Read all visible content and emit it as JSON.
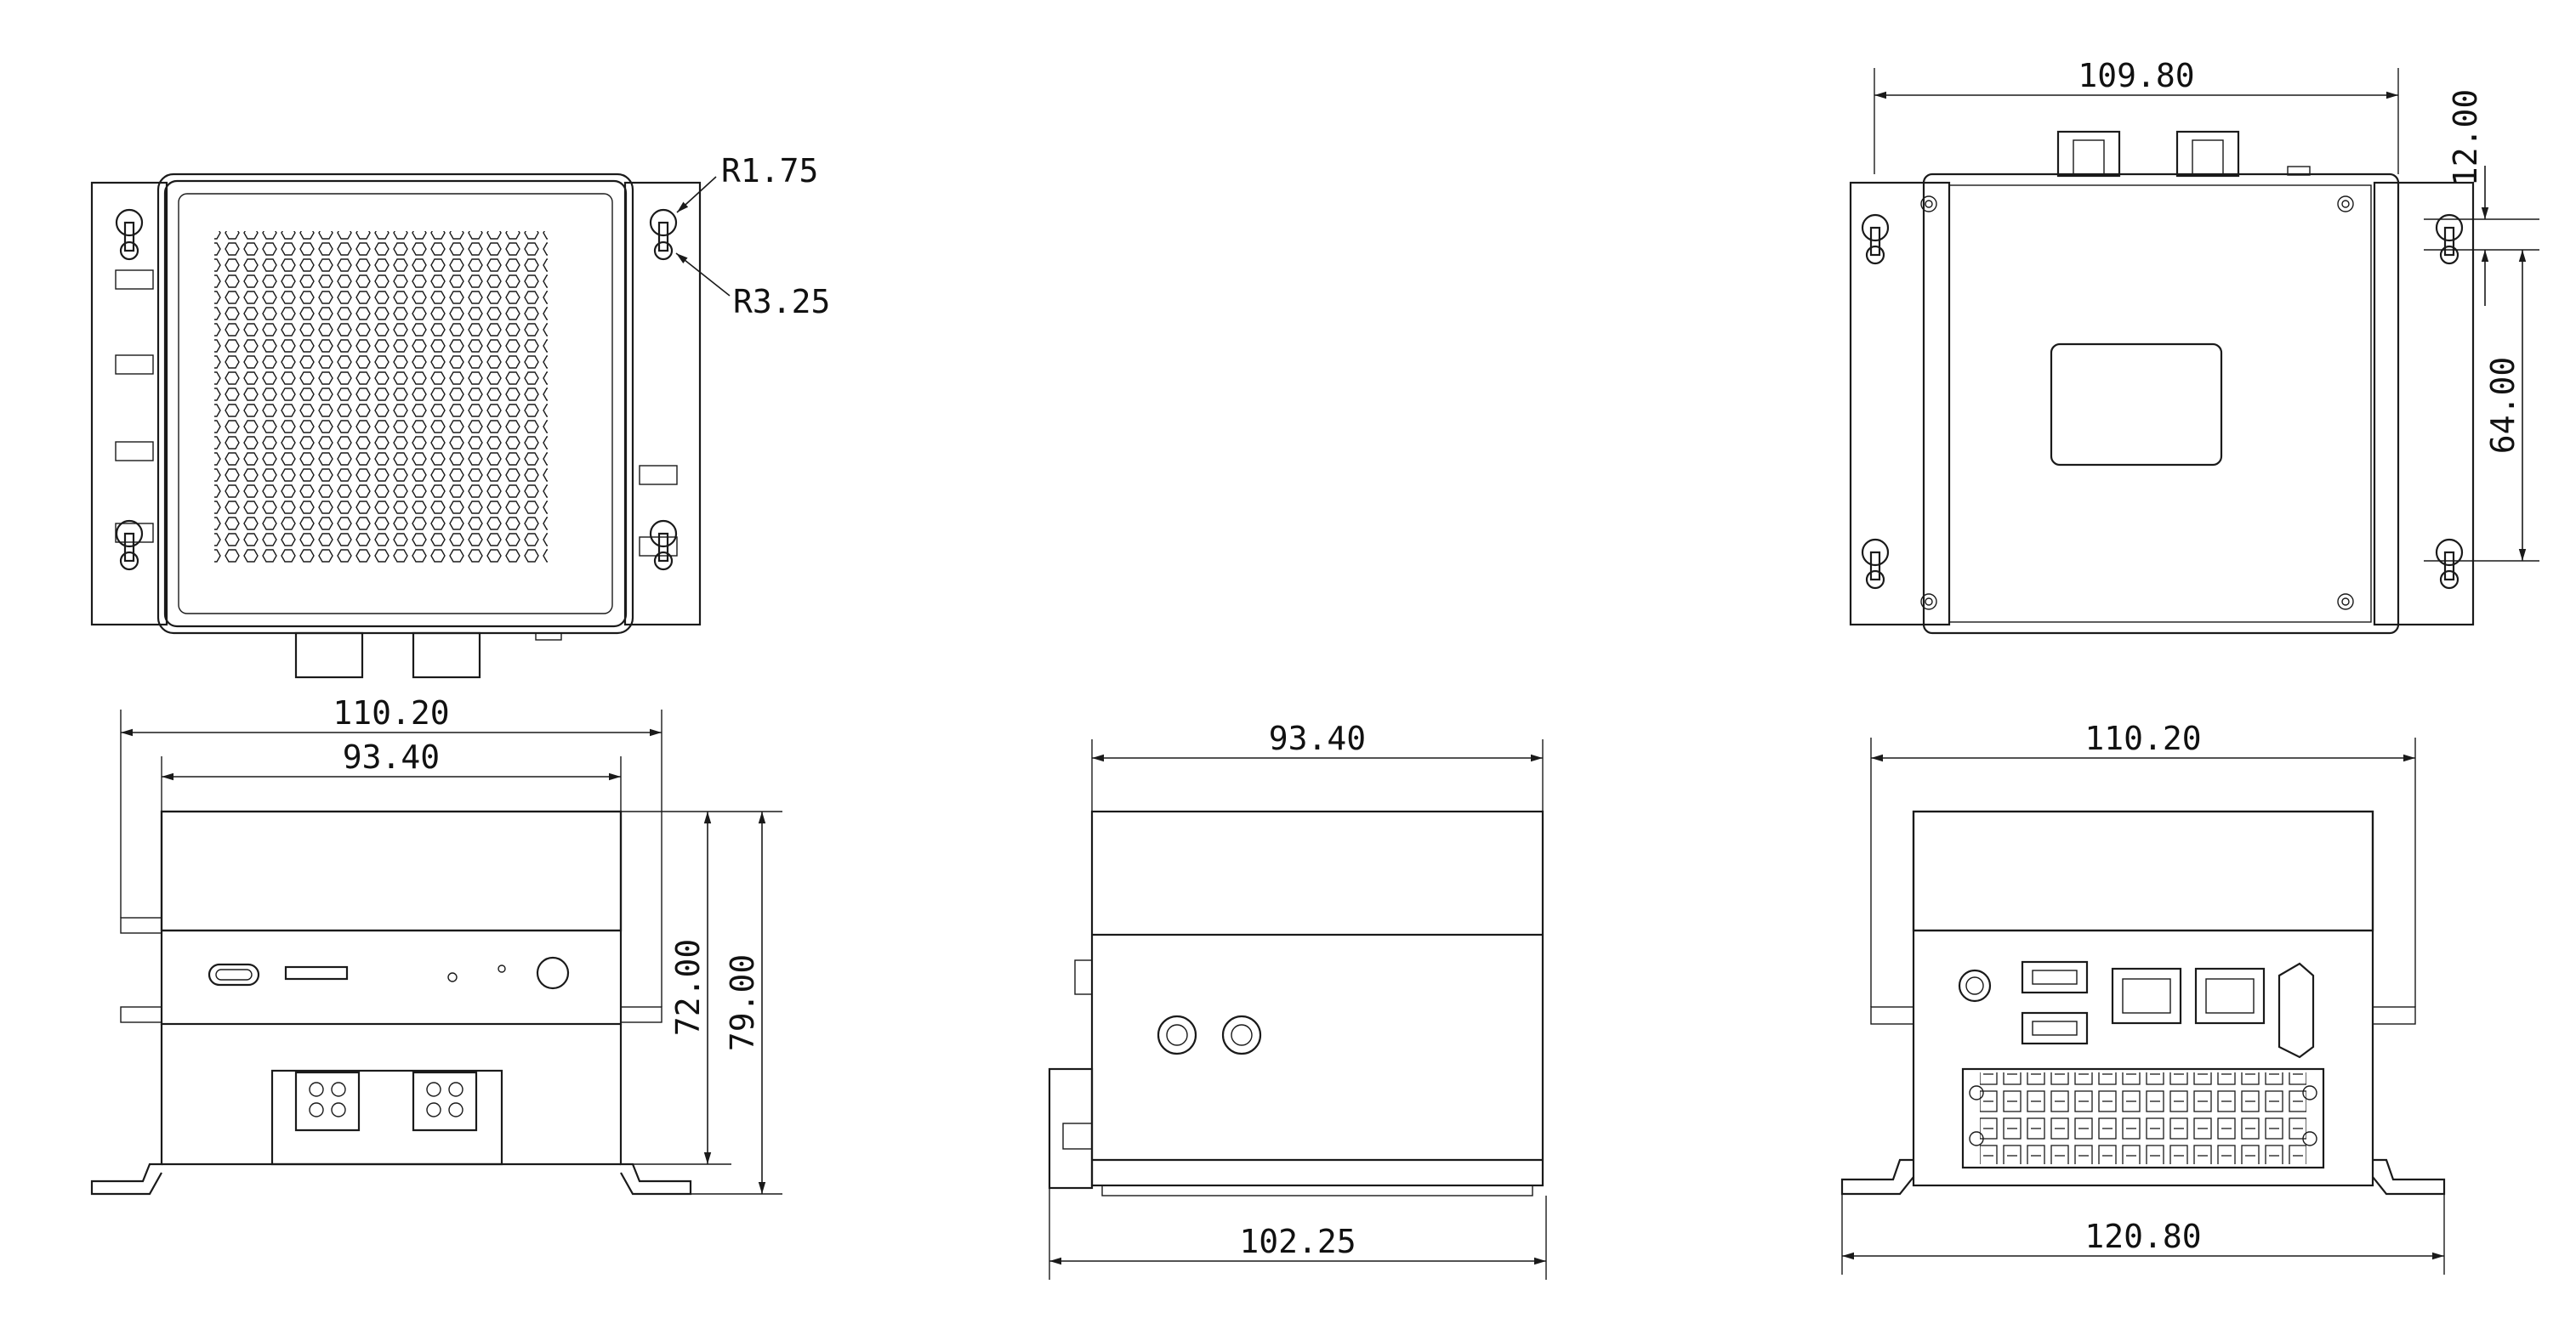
{
  "views": {
    "top_view": {
      "radius_small": "R1.75",
      "radius_large": "R3.25"
    },
    "bottom_view": {
      "width": "109.80",
      "slot_pitch": "12.00",
      "hole_spacing": "64.00"
    },
    "front_view": {
      "overall_width": "110.20",
      "body_width": "93.40",
      "body_height": "72.00",
      "overall_height": "79.00"
    },
    "side_view": {
      "body_depth": "93.40",
      "overall_depth": "102.25"
    },
    "rear_view": {
      "body_width": "110.20",
      "overall_width": "120.80"
    }
  },
  "colors": {
    "line": "#1a1a1a",
    "background": "#ffffff"
  }
}
